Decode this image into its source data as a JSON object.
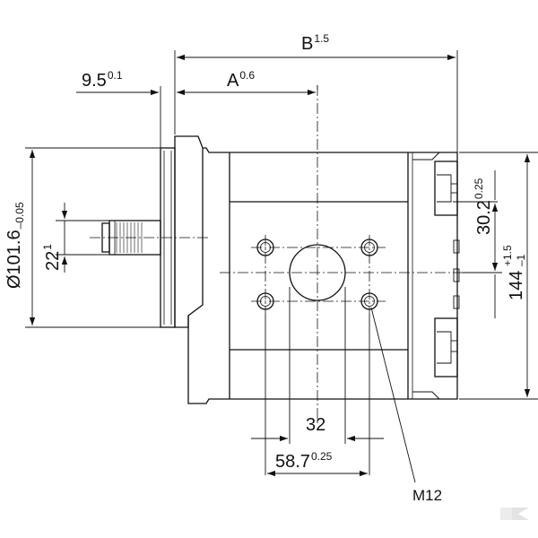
{
  "dimensions": {
    "B": {
      "main": "B",
      "tol": "1.5"
    },
    "A": {
      "main": "A",
      "tol": "0.6"
    },
    "flange_offset": {
      "main": "9.5",
      "tol": "0.1"
    },
    "flange_diameter": {
      "main": "Ø101.6",
      "tol": "–0.05"
    },
    "shaft": {
      "main": "22",
      "tol": "1"
    },
    "port_offset": {
      "main": "30.2",
      "tol": "0.25"
    },
    "overall_height": {
      "main": "144",
      "tol_upper": "+1.5",
      "tol_lower": "–1"
    },
    "bolt_spacing": {
      "main": "32"
    },
    "bolt_pattern": {
      "main": "58.7",
      "tol": "0.25"
    },
    "thread": {
      "label": "M12"
    }
  },
  "logo": {
    "text": "K"
  },
  "colors": {
    "line": "#111111",
    "logo": "#e3e3e3"
  }
}
